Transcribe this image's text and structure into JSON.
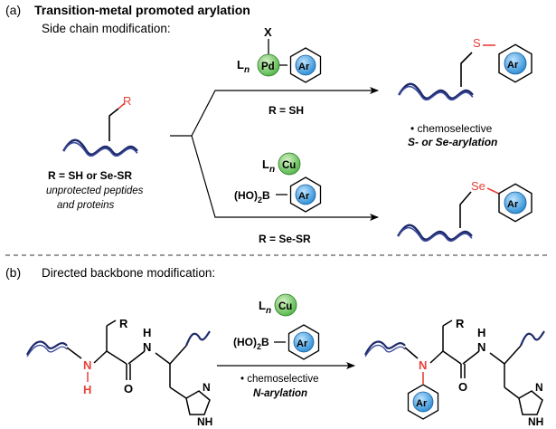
{
  "section_a": {
    "label": "(a)",
    "title": "Transition-metal promoted arylation",
    "subtitle": "Side chain modification:",
    "substituent": "R",
    "substrate_line1": "R = SH or Se-SR",
    "substrate_line2": "unprotected peptides",
    "substrate_line3": "and proteins",
    "top_condition": "R = SH",
    "bottom_condition": "R = Se-SR",
    "result_bullet": "• chemoselective",
    "result_line2": "S- or Se-arylation",
    "pd_reagent": {
      "ligand": "L",
      "ligand_sub": "n",
      "metal": "Pd",
      "x": "X",
      "aryl": "Ar"
    },
    "cu_reagent": {
      "ligand": "L",
      "ligand_sub": "n",
      "metal": "Cu"
    },
    "boronic_acid": {
      "prefix": "(HO)",
      "sub": "2",
      "suffix": "B",
      "aryl": "Ar"
    },
    "product_top": {
      "heteroatom": "S",
      "aryl": "Ar"
    },
    "product_bottom": {
      "heteroatom": "Se",
      "aryl": "Ar"
    }
  },
  "section_b": {
    "label": "(b)",
    "subtitle": "Directed backbone modification:",
    "cu_reagent": {
      "ligand": "L",
      "ligand_sub": "n",
      "metal": "Cu"
    },
    "boronic_acid": {
      "prefix": "(HO)",
      "sub": "2",
      "suffix": "B",
      "aryl": "Ar"
    },
    "arrow_bullet": "• chemoselective",
    "arrow_line2": "N-arylation",
    "reactant": {
      "r": "R",
      "nh_n": "N",
      "nh_h": "H",
      "amide_h": "H",
      "amide_n": "N",
      "carbonyl_o": "O",
      "imid_n": "N",
      "imid_nh": "NH"
    },
    "product": {
      "r": "R",
      "n": "N",
      "aryl": "Ar",
      "amide_h": "H",
      "amide_n": "N",
      "carbonyl_o": "O",
      "imid_n": "N",
      "imid_nh": "NH"
    }
  },
  "colors": {
    "protein_ribbon": "#1f2a6b",
    "heteroatom_bond": "#e8413a",
    "pd_circle": "#55b84a",
    "cu_circle": "#55b84a",
    "aryl_circle": "#2f8fd6"
  }
}
